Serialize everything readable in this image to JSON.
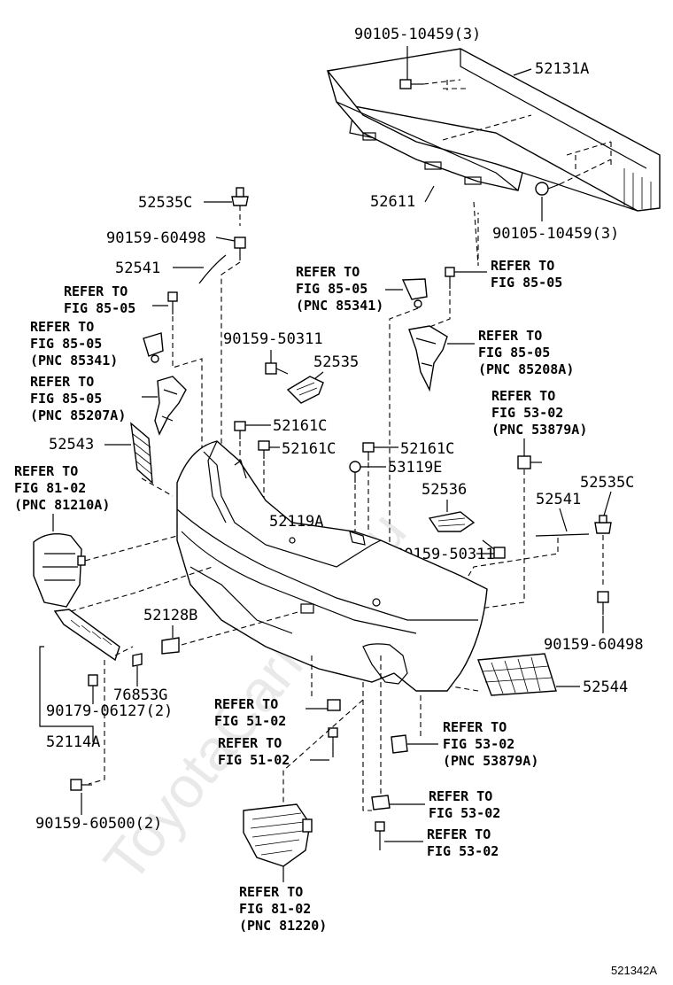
{
  "watermark": "ToyotaCarMan.ru",
  "diagram_id": "521342A",
  "labels": {
    "p90105_top": "90105-10459(3)",
    "p52131A": "52131A",
    "p52611": "52611",
    "p90105_bot": "90105-10459(3)",
    "p52535C_l": "52535C",
    "p90159_60498_l": "90159-60498",
    "p52541_l": "52541",
    "p52543": "52543",
    "p90159_50311_m": "90159-50311",
    "p52535": "52535",
    "p52161C_1": "52161C",
    "p52161C_2": "52161C",
    "p52161C_3": "52161C",
    "p53119E": "53119E",
    "p52536": "52536",
    "p52535C_r": "52535C",
    "p52541_r": "52541",
    "p52119A": "52119A",
    "p90159_50311_r": "90159-50311",
    "p90159_60498_r": "90159-60498",
    "p52128B": "52128B",
    "p52544": "52544",
    "p76853G": "76853G",
    "p90179": "90179-06127(2)",
    "p52114A": "52114A",
    "p90159_60500": "90159-60500(2)"
  },
  "refers": {
    "r1": [
      "REFER TO",
      "FIG 85-05"
    ],
    "r2": [
      "REFER TO",
      "FIG 85-05",
      "(PNC 85341)"
    ],
    "r3": [
      "REFER TO",
      "FIG 85-05",
      "(PNC 85207A)"
    ],
    "r4": [
      "REFER TO",
      "FIG 85-05",
      "(PNC 85341)"
    ],
    "r5": [
      "REFER TO",
      "FIG 85-05"
    ],
    "r6": [
      "REFER TO",
      "FIG 85-05",
      "(PNC 85208A)"
    ],
    "r7": [
      "REFER TO",
      "FIG 53-02",
      "(PNC 53879A)"
    ],
    "r8": [
      "REFER TO",
      "FIG 81-02",
      "(PNC 81210A)"
    ],
    "r9": [
      "REFER TO",
      "FIG 51-02"
    ],
    "r10": [
      "REFER TO",
      "FIG 51-02"
    ],
    "r11": [
      "REFER TO",
      "FIG 53-02",
      "(PNC 53879A)"
    ],
    "r12": [
      "REFER TO",
      "FIG 53-02"
    ],
    "r13": [
      "REFER TO",
      "FIG 53-02"
    ],
    "r14": [
      "REFER TO",
      "FIG 81-02",
      "(PNC 81220)"
    ]
  }
}
